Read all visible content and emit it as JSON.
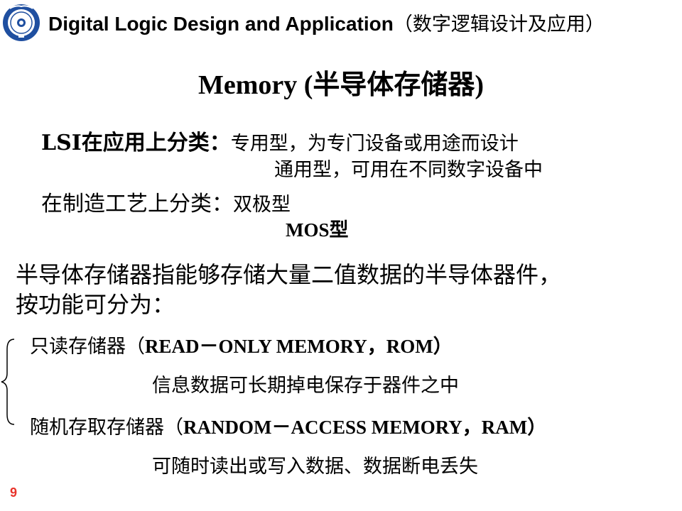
{
  "header": {
    "title_en": "Digital Logic Design and Application",
    "title_cn": "（数字逻辑设计及应用）"
  },
  "slide": {
    "title": "Memory (半导体存储器)",
    "lsi_label": "LSI在应用上分类：",
    "lsi_item1": "专用型，为专门设备或用途而设计",
    "lsi_item2": "通用型，可用在不同数字设备中",
    "process_label": "在制造工艺上分类：",
    "process_item1": "双极型",
    "process_item2": "MOS型",
    "definition_line1": "半导体存储器指能够存储大量二值数据的半导体器件，",
    "definition_line2": "按功能可分为：",
    "rom_cn": "只读存储器（",
    "rom_en": "READ－ONLY MEMORY，ROM）",
    "rom_desc": "信息数据可长期掉电保存于器件之中",
    "ram_cn": "随机存取存储器（",
    "ram_en": "RANDOM－ACCESS MEMORY，RAM）",
    "ram_desc": "可随时读出或写入数据、数据断电丢失"
  },
  "footer": {
    "page_number": "9"
  },
  "colors": {
    "page_number": "#e8332a",
    "logo_blue": "#1f4fa0"
  }
}
